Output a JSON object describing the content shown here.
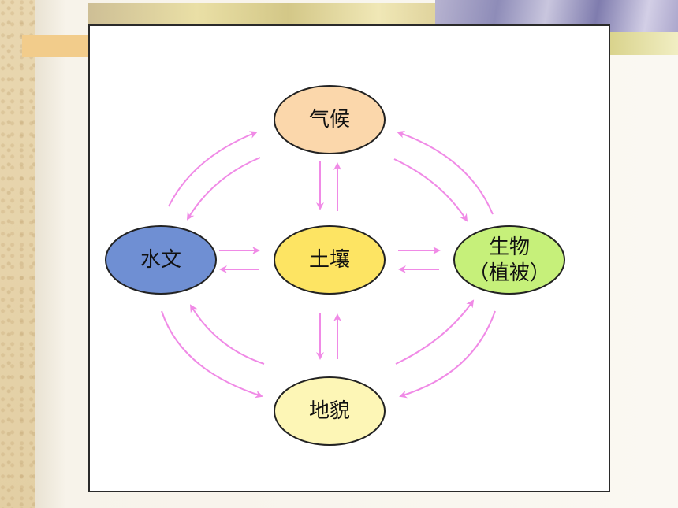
{
  "diagram": {
    "nodes": {
      "climate": {
        "label": "气候",
        "color": "#fbd7ab"
      },
      "hydrology": {
        "label": "水文",
        "color": "#6f8fd3"
      },
      "soil": {
        "label": "土壤",
        "color": "#fde463"
      },
      "biology": {
        "line1": "生物",
        "line2": "（植被）",
        "color": "#c6f07a"
      },
      "landform": {
        "label": "地貌",
        "color": "#fdf6b6"
      }
    },
    "arrow_color": "#f08ae6"
  }
}
